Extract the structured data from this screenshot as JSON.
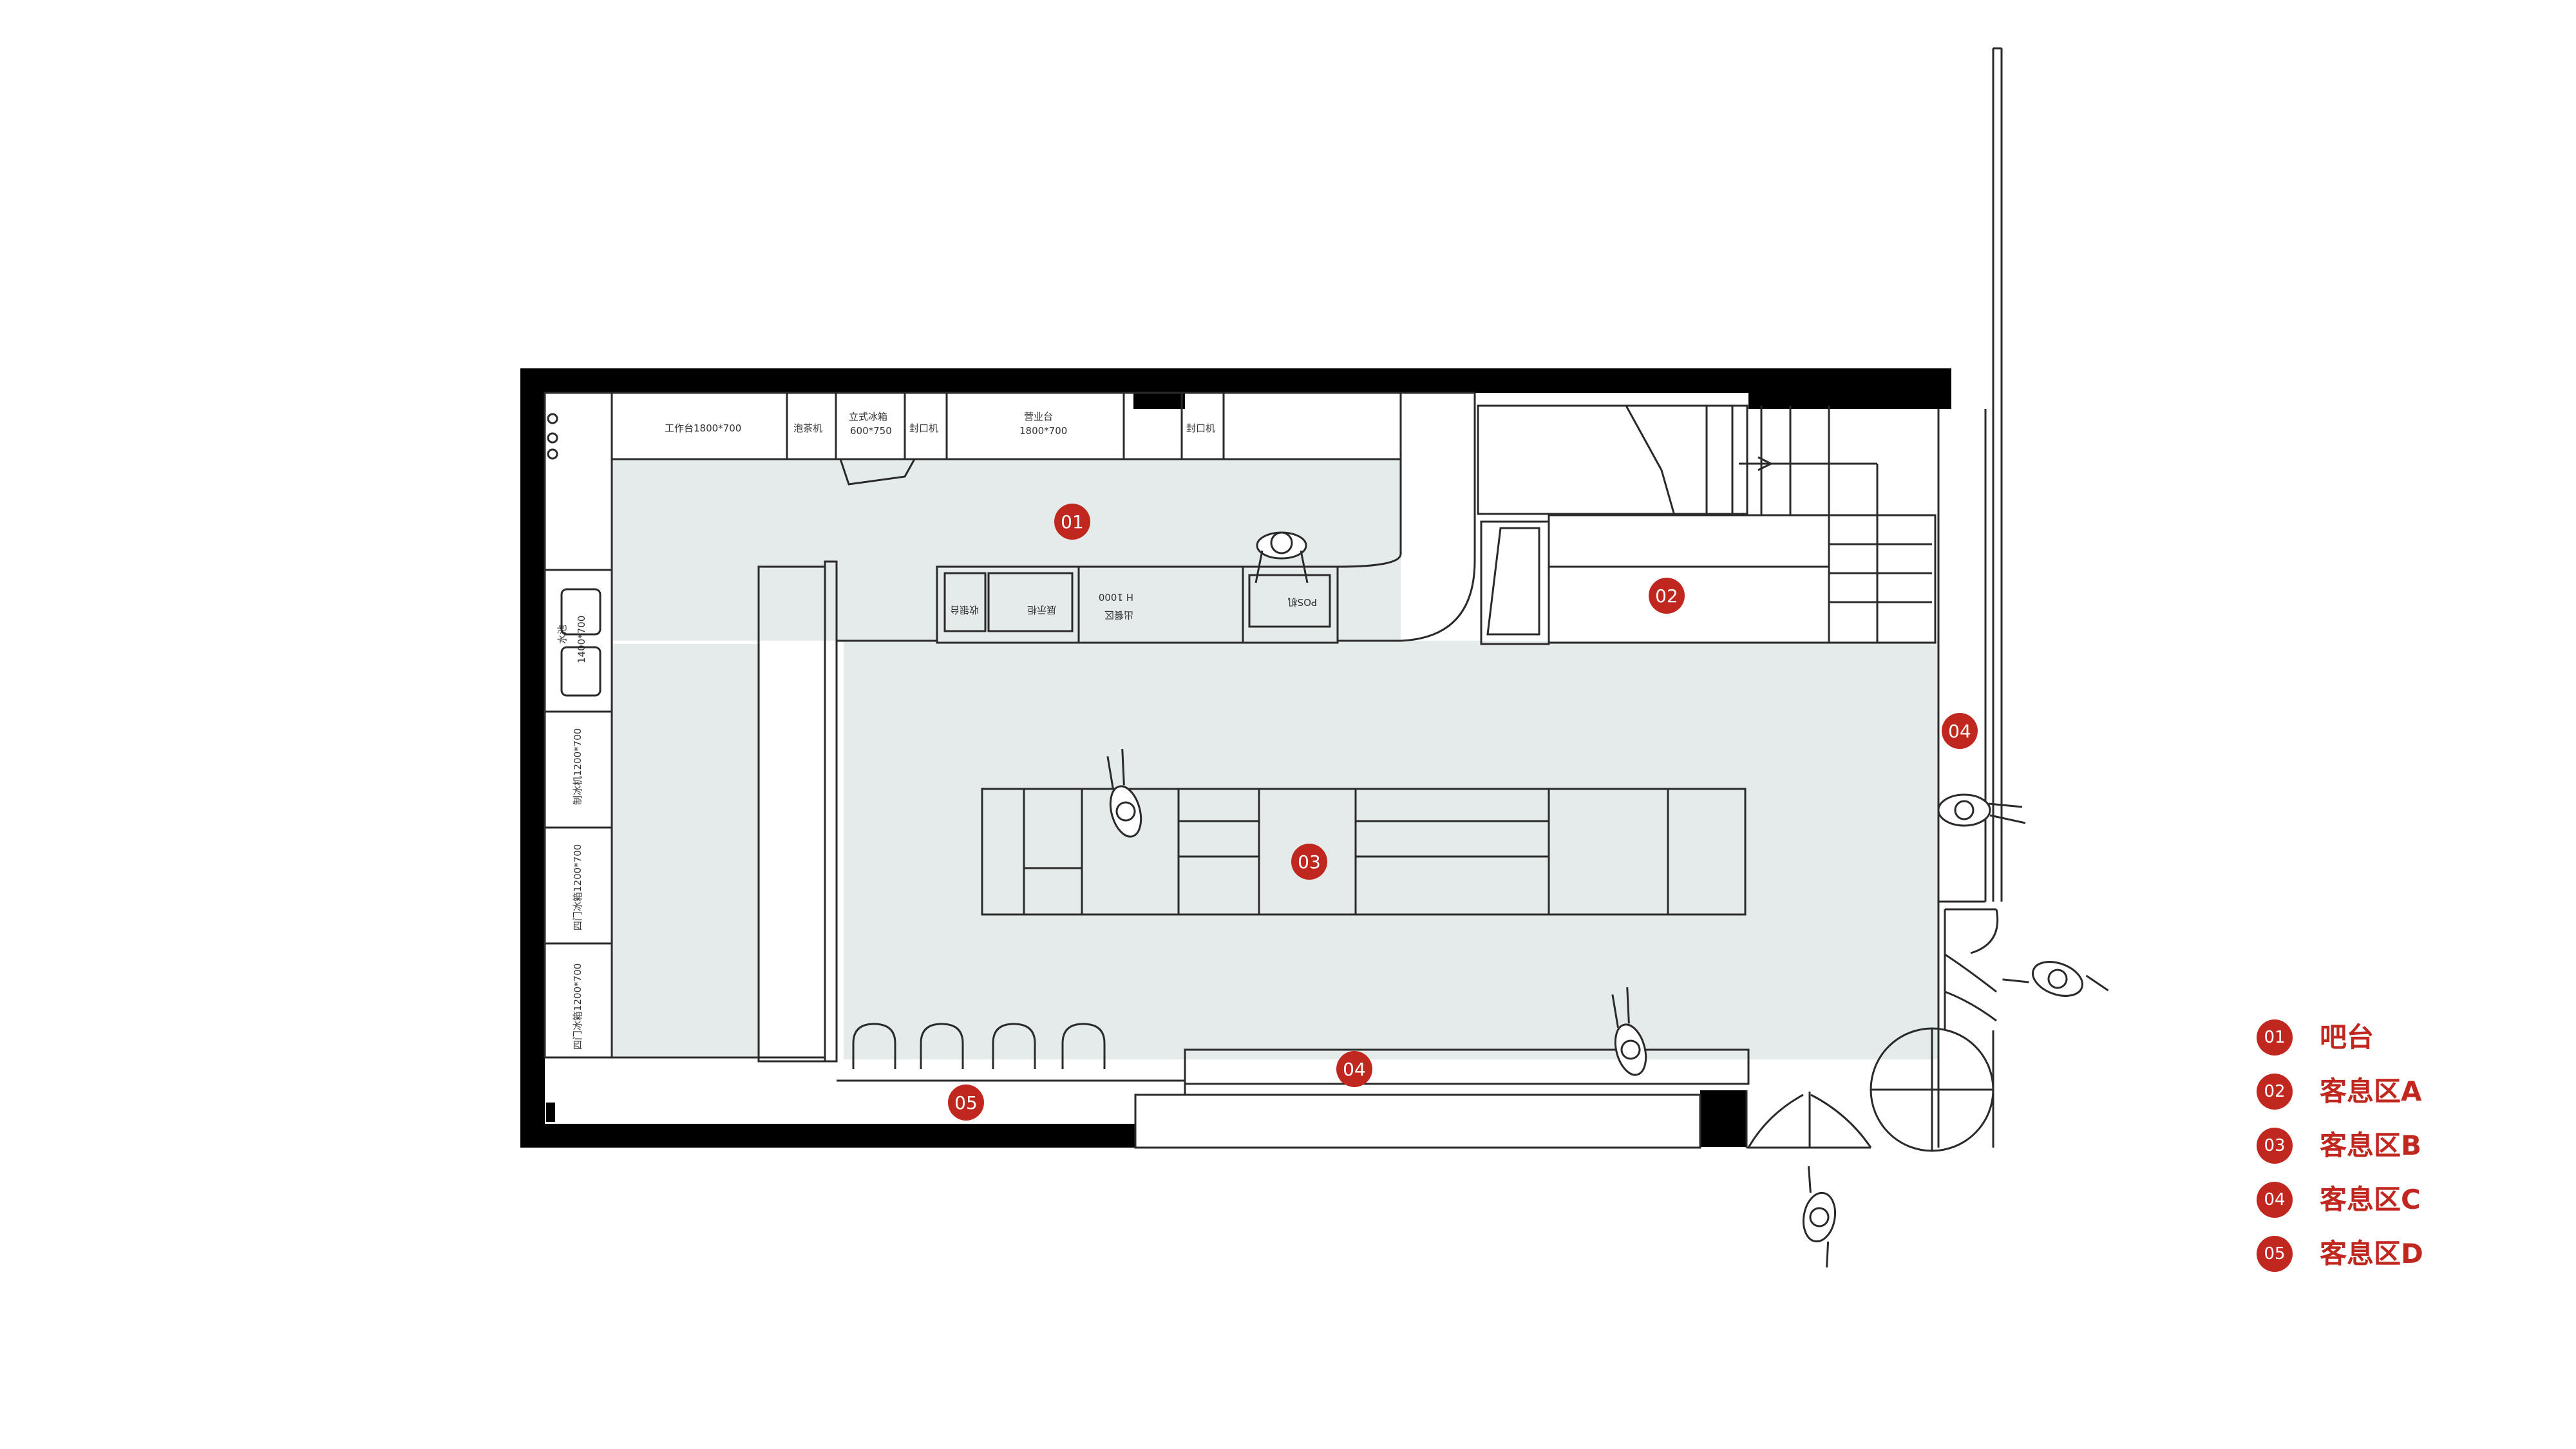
{
  "colors": {
    "accent": "#c0281f",
    "wall": "#000000",
    "floor": "#e5eaea",
    "line": "#2a2a2a"
  },
  "fixtures": {
    "workbench": "工作台1800*700",
    "tea_machine": "泡茶机",
    "fridge_name": "立式冰箱",
    "fridge_size": "600*750",
    "sealer_1": "封口机",
    "counter_name": "营业台",
    "counter_size": "1800*700",
    "sealer_2": "封口机",
    "sink_name": "水池",
    "sink_size": "1400*700",
    "ice_maker": "制冰机1200*700",
    "fridge_4door_1": "四门冰箱1200*700",
    "fridge_4door_2": "四门冰箱1200*700",
    "bar_label_a": "收银台",
    "bar_label_b": "展示柜",
    "bar_height": "H 1000",
    "bar_label_c": "出餐区",
    "pos": "POS机"
  },
  "markers": [
    {
      "num": "01"
    },
    {
      "num": "02"
    },
    {
      "num": "03"
    },
    {
      "num": "04"
    },
    {
      "num": "04"
    },
    {
      "num": "05"
    }
  ],
  "legend": [
    {
      "num": "01",
      "label": "吧台"
    },
    {
      "num": "02",
      "label": "客息区A"
    },
    {
      "num": "03",
      "label": "客息区B"
    },
    {
      "num": "04",
      "label": "客息区C"
    },
    {
      "num": "05",
      "label": "客息区D"
    }
  ]
}
